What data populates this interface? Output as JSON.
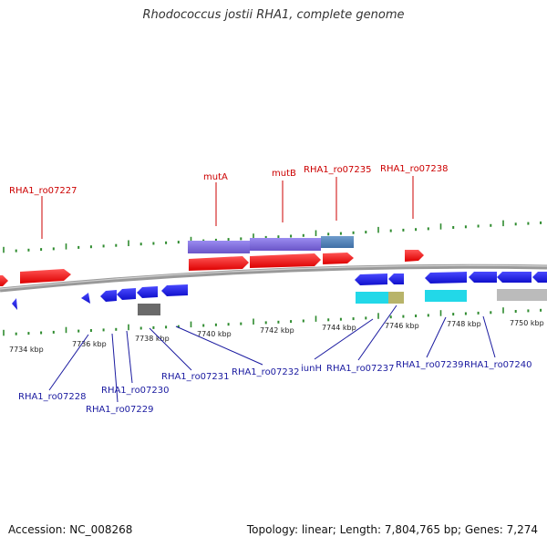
{
  "title": "Rhodococcus jostii RHA1, complete genome",
  "accession": "Accession: NC_008268",
  "summary": "Topology: linear; Length: 7,804,765 bp; Genes: 7,274",
  "scale_labels": [
    "7734 kbp",
    "7736 kbp",
    "7738 kbp",
    "7740 kbp",
    "7742 kbp",
    "7744 kbp",
    "7746 kbp",
    "7748 kbp",
    "7750 kbp"
  ],
  "genes_top": [
    "RHA1_ro07227",
    "mutA",
    "mutB",
    "RHA1_ro07235",
    "RHA1_ro07238"
  ],
  "genes_bottom": [
    "RHA1_ro07228",
    "RHA1_ro07229",
    "RHA1_ro07230",
    "RHA1_ro07231",
    "RHA1_ro07232",
    "iunH",
    "RHA1_ro07237",
    "RHA1_ro07239",
    "RHA1_ro07240"
  ],
  "colors": {
    "forward": "#ee1111",
    "reverse": "#1111dd",
    "top_label": "#cc0000",
    "bottom_label": "#1a1aa0",
    "tick": "#2e8b2e",
    "backbone": "#888888",
    "highlight_purple": "#7b68d6",
    "highlight_steel": "#4f7fb5",
    "cyan": "#22d8e8",
    "khaki": "#b8b46a",
    "gray": "#bbbbbb",
    "dark_gray": "#666666"
  }
}
